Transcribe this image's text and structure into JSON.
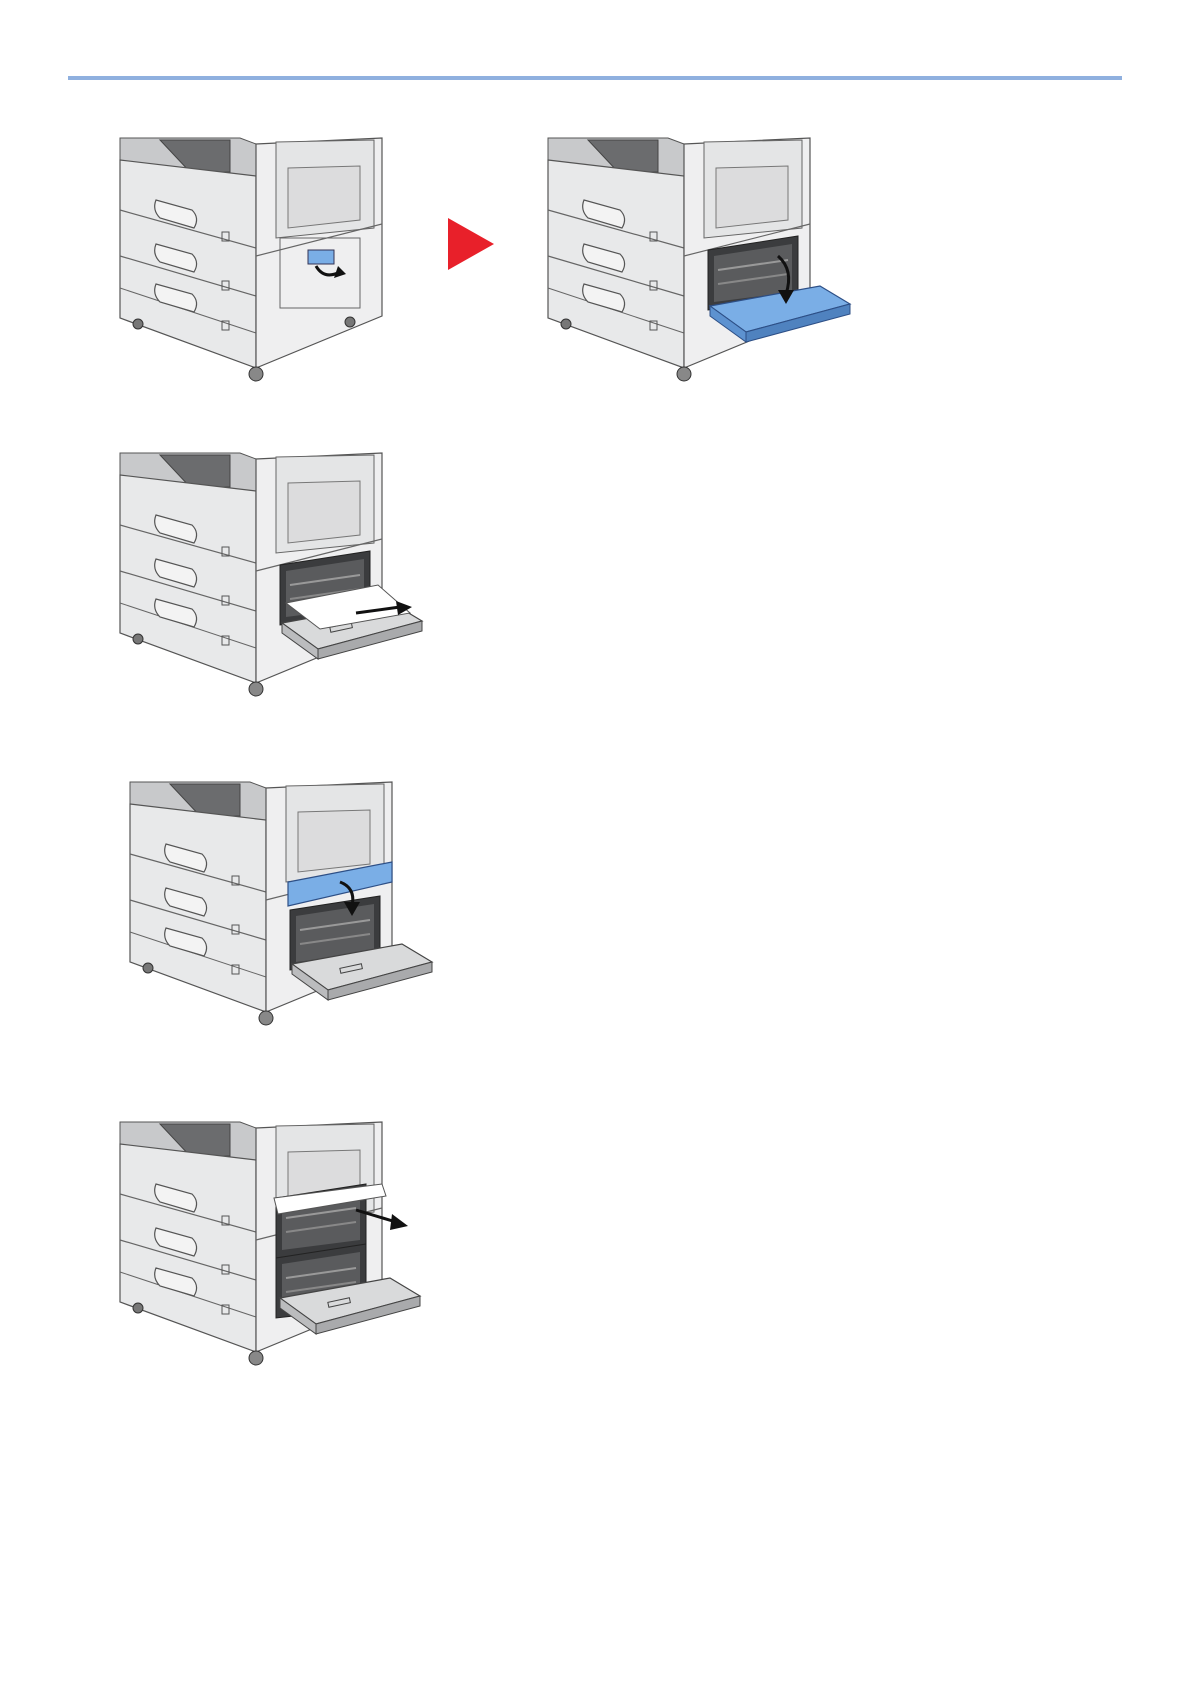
{
  "page": {
    "rule_color": "#8fb0df",
    "highlight_color": "#7aaee6",
    "arrow_color": "#e8202a"
  },
  "figures": [
    {
      "id": "step-1a",
      "icon": "printer-release-lever-icon",
      "action": "pull-lever"
    },
    {
      "id": "step-1b",
      "icon": "printer-open-cover-icon",
      "action": "open-cover"
    },
    {
      "id": "step-2",
      "icon": "printer-remove-paper-icon",
      "action": "remove-paper"
    },
    {
      "id": "step-3",
      "icon": "printer-open-guide-icon",
      "action": "open-guide"
    },
    {
      "id": "step-4",
      "icon": "printer-remove-paper-upper-icon",
      "action": "remove-paper"
    }
  ]
}
